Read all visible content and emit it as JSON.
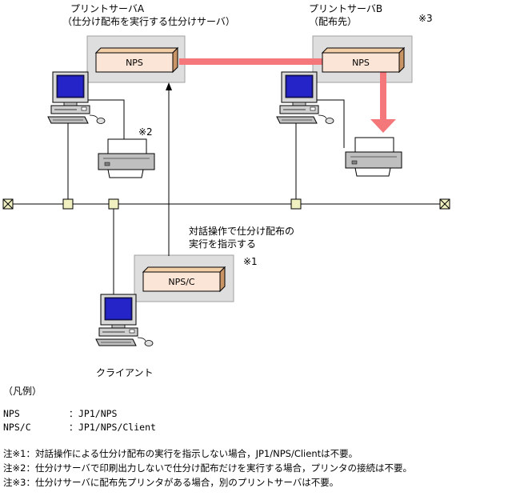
{
  "server_a": {
    "title": "プリントサーバA",
    "subtitle": "（仕分け配布を実行する仕分けサーバ）",
    "box_label": "NPS"
  },
  "server_b": {
    "title": "プリントサーバB",
    "subtitle": "（配布先）",
    "box_label": "NPS",
    "note_mark": "※3"
  },
  "printer_a": {
    "note_mark": "※2"
  },
  "client": {
    "label": "クライアント",
    "box_label": "NPS/C",
    "note_mark": "※1",
    "action_line1": "対話操作で仕分け配布の",
    "action_line2": "実行を指示する"
  },
  "legend": {
    "title": "（凡例）",
    "items": [
      {
        "key": "NPS",
        "sep": "：",
        "value": "JP1/NPS"
      },
      {
        "key": "NPS/C",
        "sep": "：",
        "value": "JP1/NPS/Client"
      }
    ]
  },
  "notes": [
    "注※1：対話操作による仕分け配布の実行を指示しない場合，JP1/NPS/Clientは不要。",
    "注※2：仕分けサーバで印刷出力しないで仕分け配布だけを実行する場合，プリンタの接続は不要。",
    "注※3：仕分けサーバに配布先プリンタがある場合，別のプリントサーバは不要。"
  ],
  "colors": {
    "arrow": "#f4777a",
    "box_fill": "#fbe5d6",
    "box_edge": "#c28c5a",
    "group_bg": "#dedede",
    "node": "#f0f0c0"
  }
}
